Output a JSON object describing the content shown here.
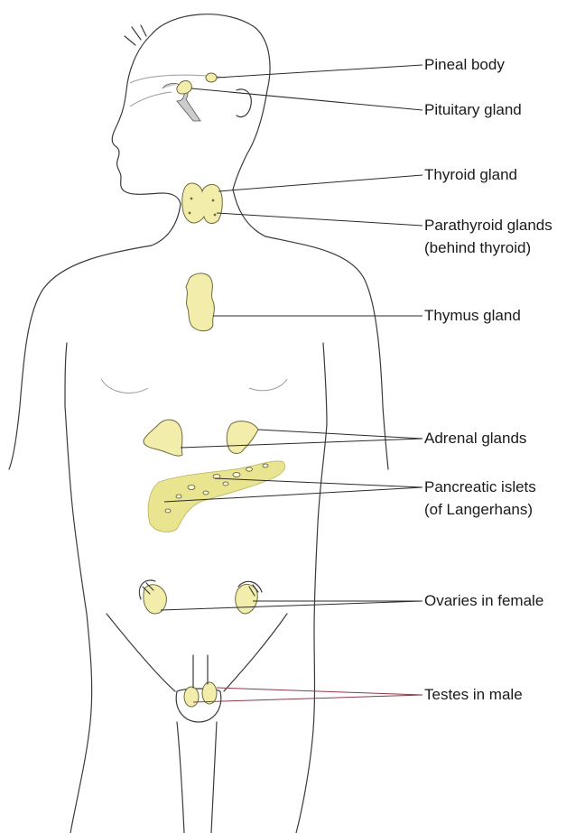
{
  "labels": {
    "pineal": "Pineal body",
    "pituitary": "Pituitary gland",
    "thyroid": "Thyroid gland",
    "parathyroid_1": "Parathyroid glands",
    "parathyroid_2": "(behind thyroid)",
    "thymus": "Thymus gland",
    "adrenal": "Adrenal glands",
    "pancreatic_1": "Pancreatic islets",
    "pancreatic_2": "(of Langerhans)",
    "ovaries": "Ovaries in female",
    "testes": "Testes in male"
  },
  "colors": {
    "gland_fill": "#f2edaa",
    "pancreas_fill": "#e9e48f",
    "outline": "#3a3a3a"
  }
}
